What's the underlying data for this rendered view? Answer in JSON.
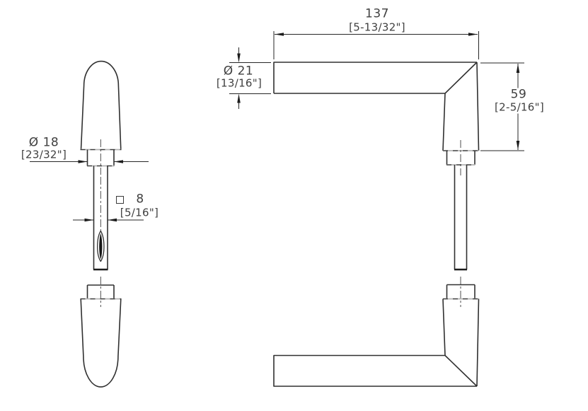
{
  "drawing_title": "door-lever-handle-dimensioned-drawing",
  "dims": {
    "length": {
      "mm": "137",
      "inch": "[5-13/32\"]"
    },
    "bar_diameter": {
      "mm": "Ø 21",
      "inch": "[13/16\"]"
    },
    "drop": {
      "mm": "59",
      "inch": "[2-5/16\"]"
    },
    "rose_diameter": {
      "mm": "Ø 18",
      "inch": "[23/32\"]"
    },
    "spindle": {
      "mm": "8",
      "inch": "[5/16\"]"
    }
  },
  "colors": {
    "outline": "#303030",
    "dimension_line": "#262626",
    "tangent_edge": "#b3b3b3",
    "text": "#404040",
    "background": "#ffffff"
  }
}
